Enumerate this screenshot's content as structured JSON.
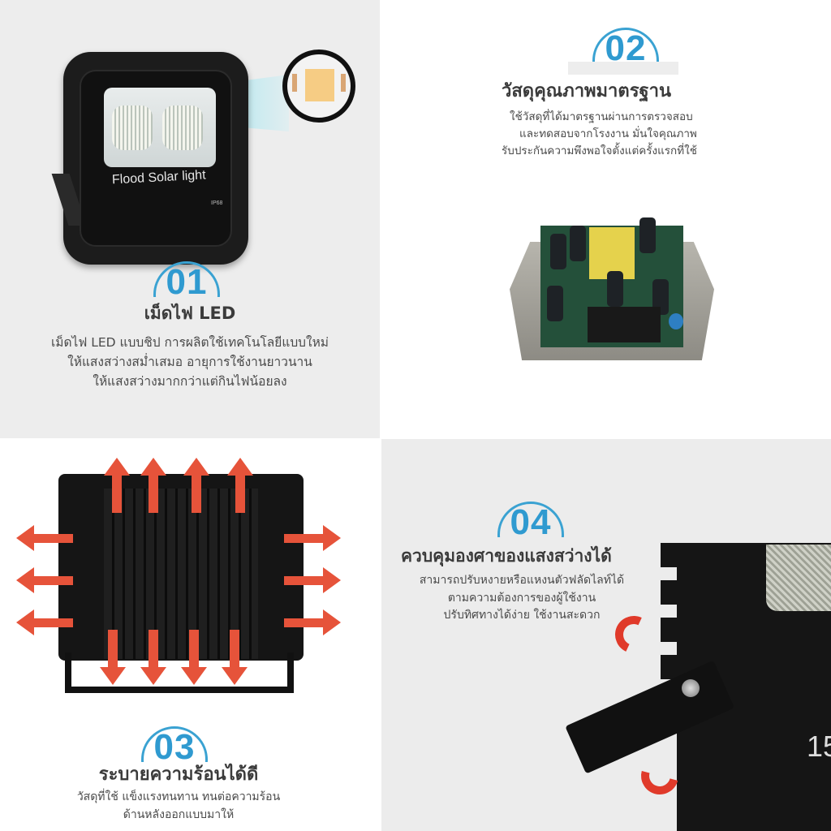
{
  "layout": {
    "columns": 2,
    "rows": 2,
    "accent_color": "#2f9ad0",
    "arrow_color": "#e6533a"
  },
  "panels": [
    {
      "number": "01",
      "title": "เม็ดไฟ LED",
      "description": [
        "เม็ดไฟ LED แบบชิป การผลิตใช้เทคโนโลยีแบบใหม่",
        "ให้แสงสว่างสม่ำเสมอ อายุการใช้งานยาวนาน",
        "ให้แสงสว่างมากกว่าแต่กินไฟน้อยลง"
      ],
      "image": {
        "subject": "solar-flood-light-front",
        "product_label": "Flood Solar light",
        "ip_rating": "IP68",
        "callout": "led-chip-closeup"
      }
    },
    {
      "number": "02",
      "title": "วัสดุคุณภาพมาตรฐาน",
      "description": [
        "ใช้วัสดุที่ได้มาตรฐานผ่านการตรวจสอบ",
        "และทดสอบจากโรงงาน มั่นใจคุณภาพ",
        "รับประกันความพึงพอใจตั้งแต่ครั้งแรกที่ใช้"
      ],
      "image": {
        "subject": "power-supply-circuit-board"
      }
    },
    {
      "number": "03",
      "title": "ระบายความร้อนได้ดี",
      "description": [
        "วัสดุที่ใช้ แข็งแรงทนทาน ทนต่อความร้อน",
        "ด้านหลังออกแบบมาให้"
      ],
      "image": {
        "subject": "flood-light-back-heat-arrows"
      }
    },
    {
      "number": "04",
      "title": "ควบคุมองศาของแสงสว่างได้",
      "description": [
        "สามารถปรับหงายหรือแหงนตัวฟลัดไลท์ได้",
        "ตามความต้องการของผู้ใช้งาน",
        "ปรับทิศทางได้ง่าย ใช้งานสะดวก"
      ],
      "image": {
        "subject": "adjustable-bracket-closeup",
        "side_label": "15"
      }
    }
  ]
}
